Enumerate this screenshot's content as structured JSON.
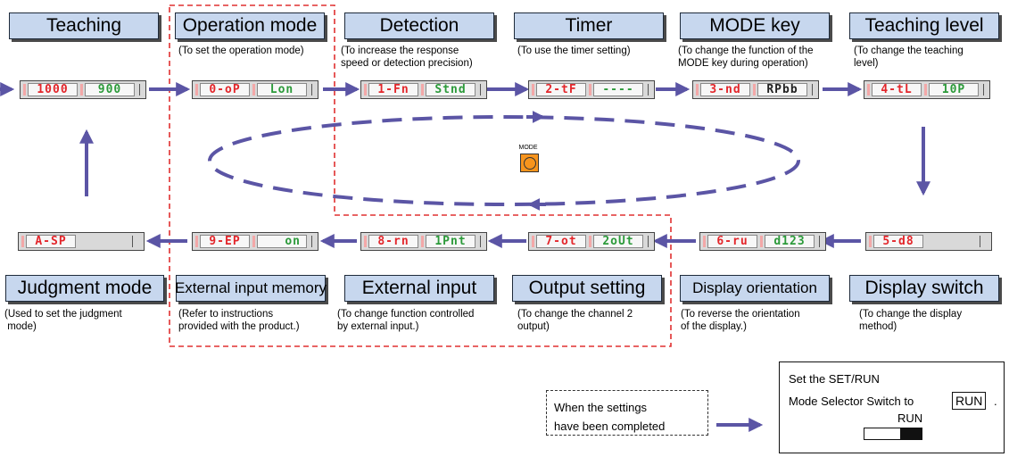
{
  "steps": [
    {
      "id": "teaching",
      "title": "Teaching",
      "desc": "",
      "disp_left": "1000",
      "disp_right": "900"
    },
    {
      "id": "operation-mode",
      "title": "Operation mode",
      "desc": "(To set the operation mode)",
      "disp_left": "0-oP",
      "disp_right": "Lon"
    },
    {
      "id": "detection",
      "title": "Detection",
      "desc": "(To increase the response\nspeed or detection precision)",
      "disp_left": "1-Fn",
      "disp_right": "Stnd"
    },
    {
      "id": "timer",
      "title": "Timer",
      "desc": "(To use the timer setting)",
      "disp_left": "2-tF",
      "disp_right": "----"
    },
    {
      "id": "mode-key",
      "title": "MODE key",
      "desc": "(To change the function of the\nMODE key during operation)",
      "disp_left": "3-nd",
      "disp_right": "RPbb"
    },
    {
      "id": "teaching-level",
      "title": "Teaching level",
      "desc": "(To change the teaching\nlevel)",
      "disp_left": "4-tL",
      "disp_right": "10P"
    },
    {
      "id": "display-switch",
      "title": "Display switch",
      "desc": "(To change the display\nmethod)",
      "disp_left": "5-d8",
      "disp_right": ""
    },
    {
      "id": "display-orientation",
      "title": "Display orientation",
      "desc": "(To reverse the orientation\nof the display.)",
      "disp_left": "6-ru",
      "disp_right": "d123"
    },
    {
      "id": "output-setting",
      "title": "Output setting",
      "desc": "(To change the channel 2\noutput)",
      "disp_left": "7-ot",
      "disp_right": "2oUt"
    },
    {
      "id": "external-input",
      "title": "External input",
      "desc": "(To change function controlled\nby external input.)",
      "disp_left": "8-rn",
      "disp_right": "1Pnt"
    },
    {
      "id": "external-input-memory",
      "title": "External input memory",
      "desc": "(Refer to instructions\nprovided with the product.)",
      "disp_left": "9-EP",
      "disp_right": "on"
    },
    {
      "id": "judgment-mode",
      "title": "Judgment mode",
      "desc": "(Used to set the judgment\n mode)",
      "disp_left": "A-SP",
      "disp_right": ""
    }
  ],
  "mode_button": {
    "label": "MODE"
  },
  "completion_note": {
    "text": "When the settings\nhave been completed"
  },
  "run_box": {
    "line1": "Set the SET/RUN",
    "line2": "Mode Selector Switch to",
    "run_word": "RUN",
    "period": ".",
    "switch_label": "RUN"
  },
  "colors": {
    "header_fill": "#c7d7ee",
    "arrow": "#5b55a5",
    "dashed_red": "#e03030",
    "led_red": "#e3262b",
    "led_green": "#2c9a3a",
    "mode_button": "#f7941d"
  }
}
